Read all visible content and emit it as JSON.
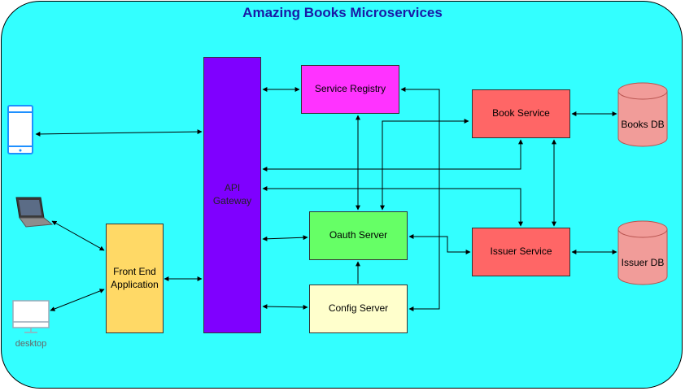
{
  "diagram": {
    "title": "Amazing Books Microservices",
    "nodes": {
      "api_gateway": "API\nGateway",
      "frontend": "Front End\nApplication",
      "service_registry": "Service Registry",
      "oauth_server": "Oauth Server",
      "config_server": "Config Server",
      "book_service": "Book Service",
      "issuer_service": "Issuer Service",
      "books_db": "Books DB",
      "issuer_db": "Issuer DB",
      "desktop_label": "desktop"
    },
    "icons": [
      "mobile-phone-icon",
      "laptop-icon",
      "desktop-monitor-icon",
      "database-icon"
    ],
    "colors": {
      "background": "#33ffff",
      "title": "#1a1aa6",
      "api_gateway": "#7f00ff",
      "frontend": "#ffd966",
      "service_registry": "#ff33ff",
      "oauth_server": "#66ff66",
      "config_server": "#ffffcc",
      "services": "#ff6666",
      "databases": "#f19c99",
      "device_icons": "#1e90ff"
    }
  }
}
